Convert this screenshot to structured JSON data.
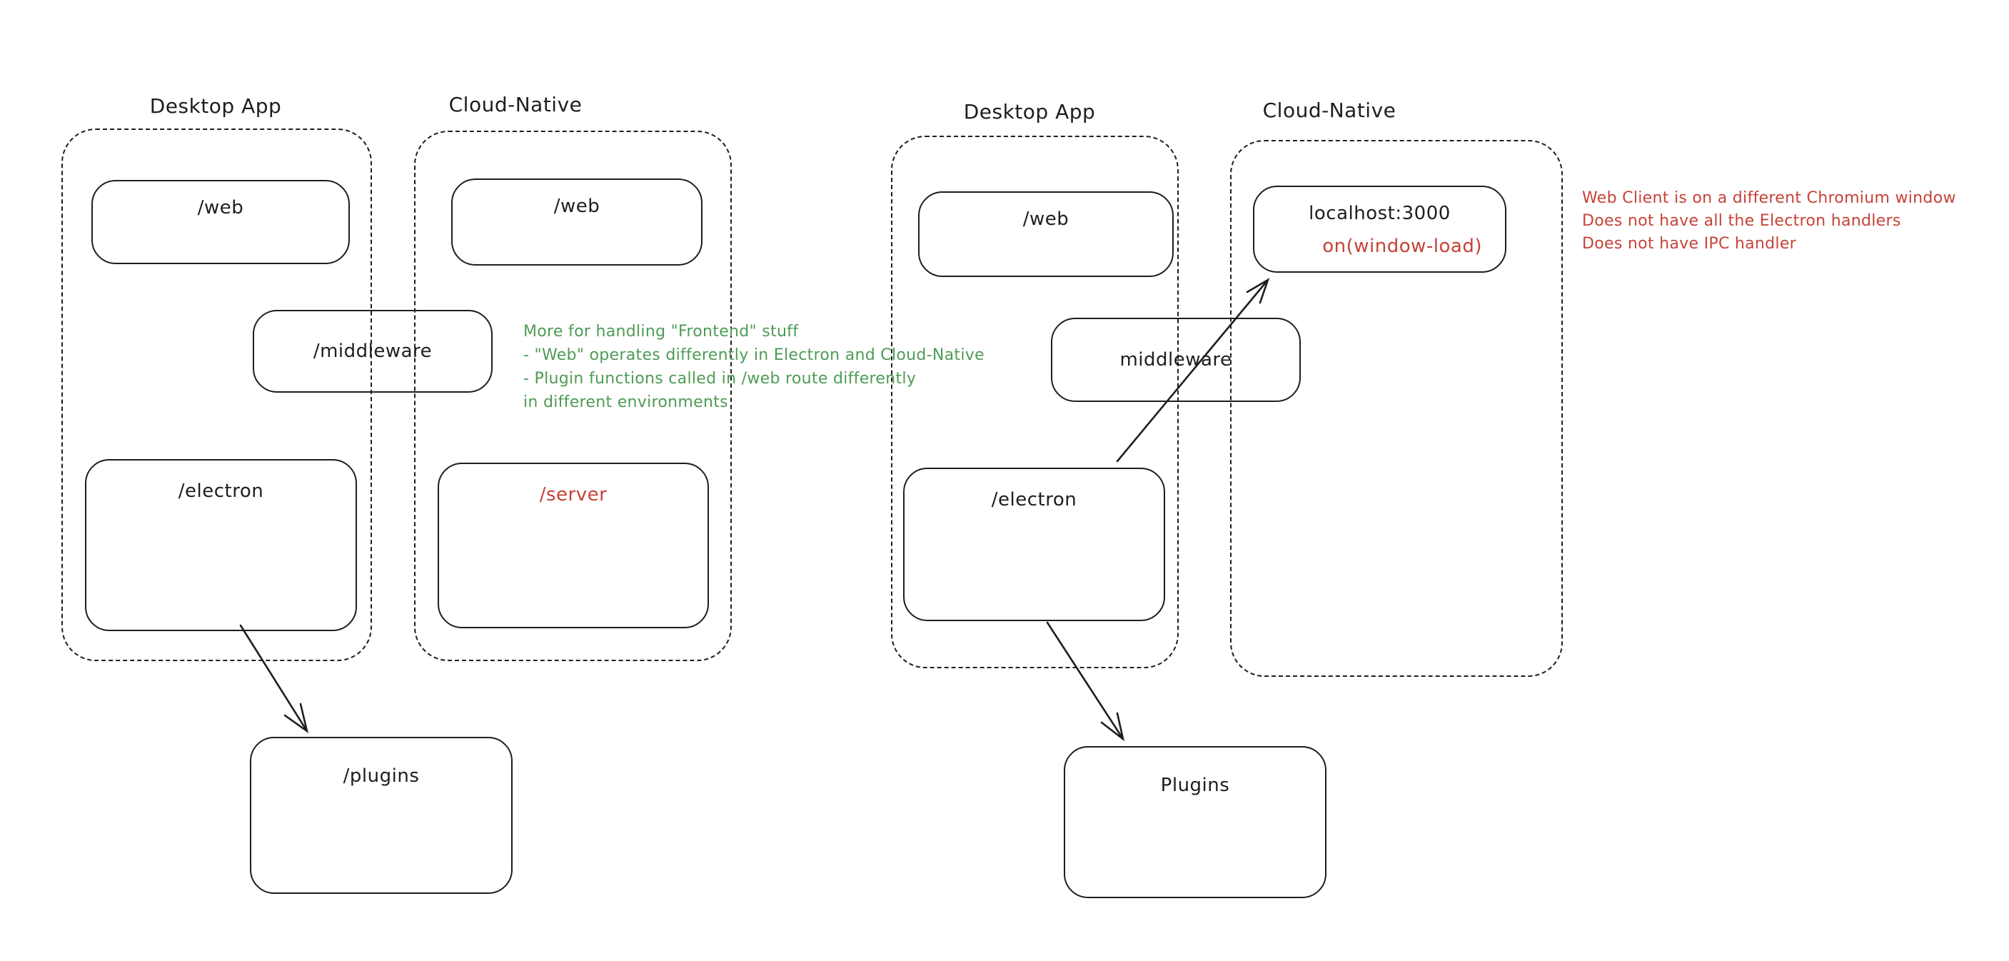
{
  "colors": {
    "ink": "#1e1e1e",
    "red": "#c64338",
    "green": "#4d9b55",
    "background": "#ffffff"
  },
  "left": {
    "desktop_label": "Desktop App",
    "cloud_label": "Cloud-Native",
    "web_desktop": "/web",
    "web_cloud": "/web",
    "middleware": "/middleware",
    "electron": "/electron",
    "server": "/server",
    "plugins": "/plugins",
    "note_lines": [
      "More for handling \"Frontend\" stuff",
      "- \"Web\" operates differently in Electron and Cloud-Native",
      "- Plugin functions called in /web route differently",
      "in different environments"
    ]
  },
  "right": {
    "desktop_label": "Desktop App",
    "cloud_label": "Cloud-Native",
    "web_desktop": "/web",
    "localhost": "localhost:3000",
    "window_load": "on(window-load)",
    "middleware": "middleware",
    "electron": "/electron",
    "plugins": "Plugins",
    "note_lines": [
      "Web Client is on a different Chromium window",
      "Does not have all the Electron handlers",
      "Does not have IPC handler"
    ]
  }
}
